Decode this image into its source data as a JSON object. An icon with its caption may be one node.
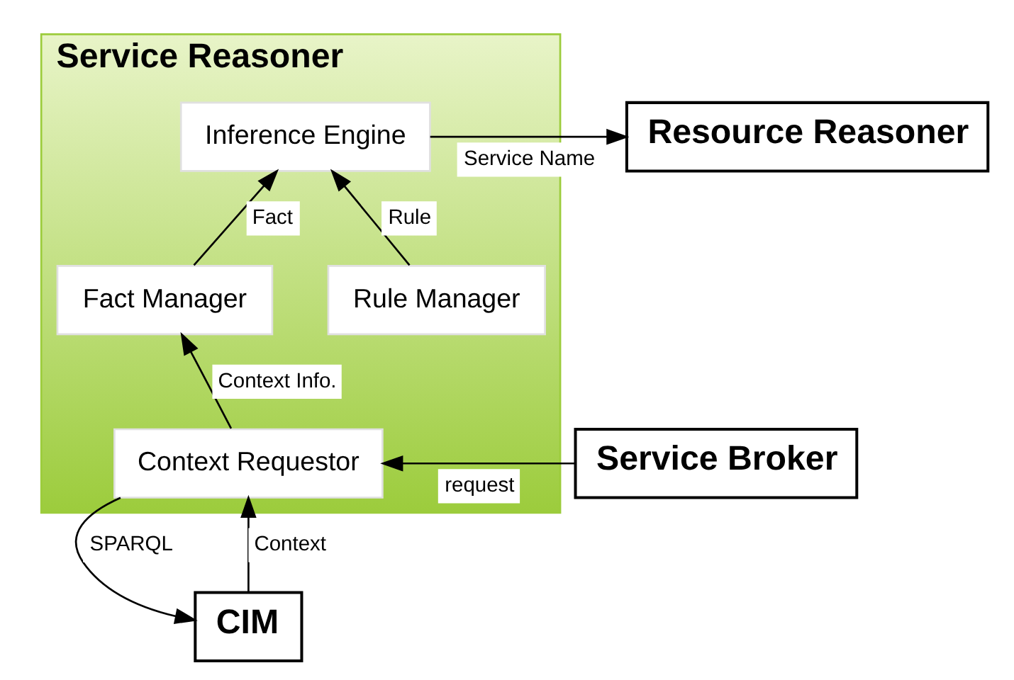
{
  "diagram": {
    "nodes": [
      {
        "text": [
          "Service Reasoner"
        ]
      },
      {
        "text": [
          "Inference Engine"
        ],
        "in": 0
      },
      {
        "text": [
          "Fact Manager"
        ],
        "in": 0
      },
      {
        "text": [
          "Rule Manager"
        ],
        "in": 0
      },
      {
        "text": [
          "Context Requestor"
        ],
        "in": 0
      },
      {
        "text": [
          "Resource Reasoner"
        ]
      },
      {
        "text": [
          "Service Broker"
        ]
      },
      {
        "text": [
          "CIM"
        ]
      }
    ],
    "edges": [
      {
        "from": 1,
        "to": 5,
        "arrow": "to",
        "label": "Service Name"
      },
      {
        "from": 2,
        "to": 1,
        "arrow": "to",
        "label": "Fact"
      },
      {
        "from": 3,
        "to": 1,
        "arrow": "to",
        "label": "Rule"
      },
      {
        "from": 4,
        "to": 2,
        "arrow": "to",
        "label": "Context Info."
      },
      {
        "from": 6,
        "to": 4,
        "arrow": "to",
        "label": "request"
      },
      {
        "from": 4,
        "to": 7,
        "arrow": "to",
        "label": "SPARQL"
      },
      {
        "from": 7,
        "to": 4,
        "arrow": "to",
        "label": "Context"
      }
    ]
  }
}
